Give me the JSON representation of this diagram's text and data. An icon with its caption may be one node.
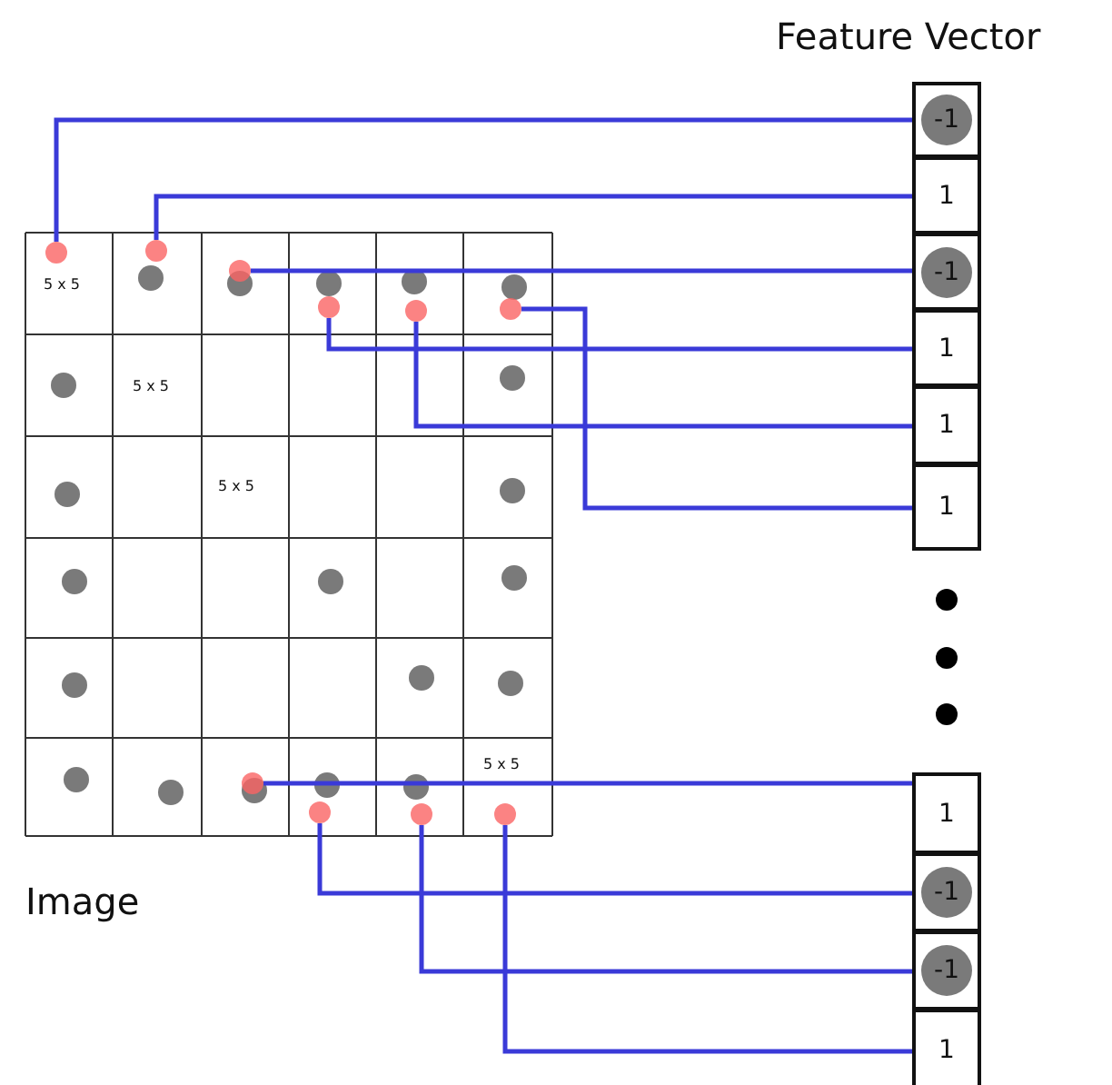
{
  "diagram": {
    "nodes": [
      {
        "text": [
          "-1"
        ]
      },
      {
        "text": [
          "1"
        ]
      },
      {
        "text": [
          "-1"
        ]
      },
      {
        "text": [
          "1"
        ]
      },
      {
        "text": [
          "1"
        ]
      },
      {
        "text": [
          "1"
        ]
      },
      {
        "text": [
          "1"
        ]
      },
      {
        "text": [
          "-1"
        ]
      },
      {
        "text": [
          "-1"
        ]
      },
      {
        "text": [
          "1"
        ]
      },
      {
        "text": [],
        "shape": "circle"
      },
      {
        "text": [],
        "shape": "circle"
      },
      {
        "text": [],
        "shape": "circle"
      },
      {
        "text": [],
        "shape": "circle"
      },
      {
        "text": [],
        "shape": "circle"
      },
      {
        "text": [],
        "shape": "circle"
      },
      {
        "text": [],
        "shape": "circle"
      },
      {
        "text": [],
        "shape": "circle"
      },
      {
        "text": [],
        "shape": "circle"
      },
      {
        "text": [],
        "shape": "circle"
      }
    ],
    "edges": [
      {
        "from": 10,
        "to": 0,
        "arrow": "none"
      },
      {
        "from": 11,
        "to": 1,
        "arrow": "none"
      },
      {
        "from": 12,
        "to": 2,
        "arrow": "none"
      },
      {
        "from": 13,
        "to": 3,
        "arrow": "none"
      },
      {
        "from": 14,
        "to": 4,
        "arrow": "none"
      },
      {
        "from": 15,
        "to": 5,
        "arrow": "none"
      },
      {
        "from": 16,
        "to": 6,
        "arrow": "none"
      },
      {
        "from": 17,
        "to": 7,
        "arrow": "none"
      },
      {
        "from": 18,
        "to": 8,
        "arrow": "none"
      },
      {
        "from": 19,
        "to": 9,
        "arrow": "none"
      }
    ],
    "labels": [
      "Feature Vector",
      "5 x 5",
      "5 x 5",
      "5 x 5",
      "5 x 5",
      "Image"
    ]
  }
}
